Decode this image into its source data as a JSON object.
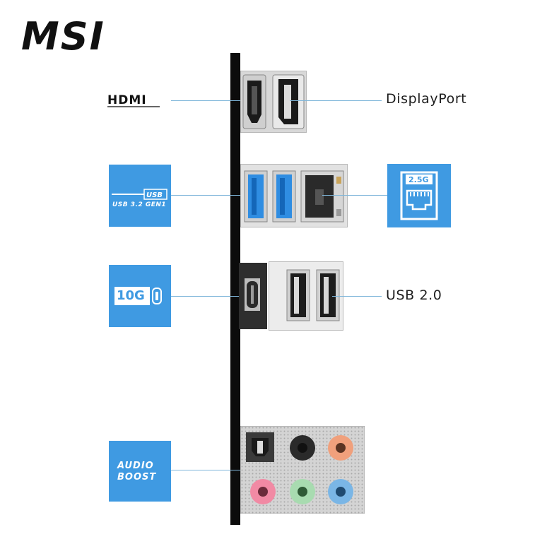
{
  "brand": {
    "logo_text": "MSI"
  },
  "labels": {
    "hdmi_logo": "HDMI",
    "displayport": "DisplayPort",
    "usb_logo_tag": "USB",
    "usb_gen": "USB 3.2 GEN1",
    "lan_speed": "2.5G",
    "usb_c_speed": "10G",
    "usb2": "USB 2.0",
    "audio_line1": "AUDIO",
    "audio_line2": "BOOST"
  },
  "colors": {
    "tile_blue": "#3f9ae2",
    "leader_line": "#7fb6da",
    "io_bar": "#0c0c0c",
    "usb3_blue": "#2f8de2",
    "jack_black": "#2a2a2a",
    "jack_orange": "#f0a07c",
    "jack_pink": "#f18aa4",
    "jack_green": "#a8dbb0",
    "jack_blue": "#7ab6e6"
  },
  "icons": [
    "msi-logo",
    "hdmi-logo",
    "usb-logo",
    "ethernet-icon",
    "usb-c-icon",
    "audio-boost-badge"
  ]
}
